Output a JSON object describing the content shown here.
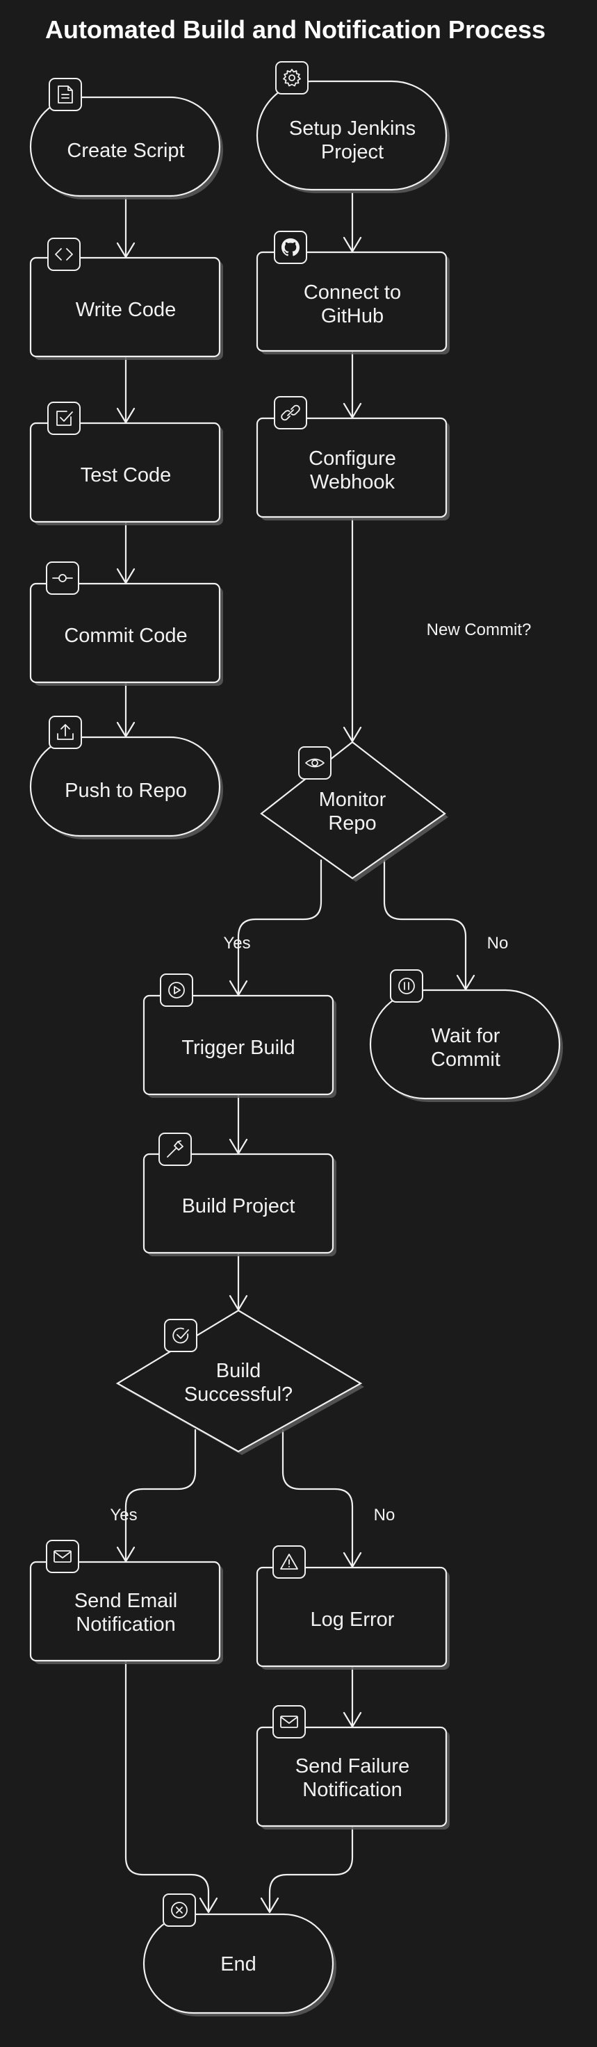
{
  "title": "Automated Build and Notification Process",
  "nodes": {
    "create_script": "Create Script",
    "write_code": "Write Code",
    "test_code": "Test Code",
    "commit_code": "Commit Code",
    "push_to_repo": "Push to Repo",
    "setup_jenkins": [
      "Setup Jenkins",
      "Project"
    ],
    "connect_github": [
      "Connect to",
      "GitHub"
    ],
    "configure_webhook": [
      "Configure",
      "Webhook"
    ],
    "monitor_repo": [
      "Monitor",
      "Repo"
    ],
    "trigger_build": "Trigger Build",
    "wait_for_commit": [
      "Wait for",
      "Commit"
    ],
    "build_project": "Build Project",
    "build_successful": [
      "Build",
      "Successful?"
    ],
    "send_email": [
      "Send Email",
      "Notification"
    ],
    "log_error": "Log Error",
    "send_failure": [
      "Send Failure",
      "Notification"
    ],
    "end": "End"
  },
  "edge_labels": {
    "new_commit": "New Commit?",
    "monitor_yes": "Yes",
    "monitor_no": "No",
    "build_yes": "Yes",
    "build_no": "No"
  },
  "icons": {
    "create_script": "document-icon",
    "write_code": "code-icon",
    "test_code": "checkbox-icon",
    "commit_code": "git-commit-icon",
    "push_to_repo": "upload-icon",
    "setup_jenkins": "gear-icon",
    "connect_github": "github-icon",
    "configure_webhook": "link-icon",
    "monitor_repo": "eye-icon",
    "trigger_build": "play-icon",
    "wait_for_commit": "pause-icon",
    "build_project": "hammer-icon",
    "build_successful": "check-circle-icon",
    "send_email": "mail-icon",
    "log_error": "warning-icon",
    "send_failure": "mail-icon",
    "end": "close-circle-icon"
  },
  "colors": {
    "background": "#1b1b1b",
    "stroke": "#f0f0f0",
    "shadow": "#5a5a5a"
  }
}
